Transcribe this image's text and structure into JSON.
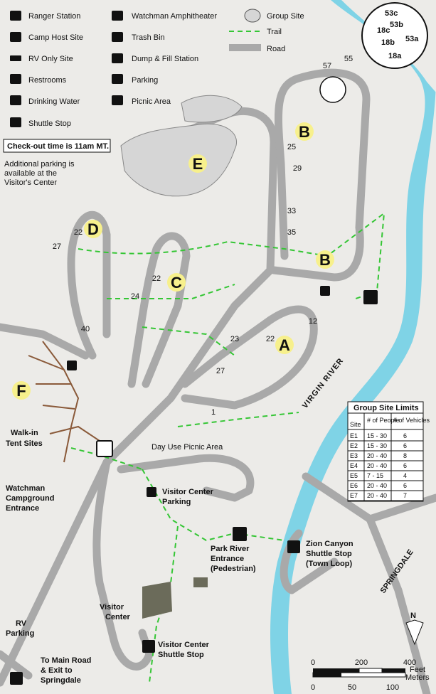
{
  "legend": {
    "items": [
      {
        "icon": "ranger-station-icon",
        "label": "Ranger Station"
      },
      {
        "icon": "camp-host-icon",
        "label": "Camp Host Site"
      },
      {
        "icon": "rv-icon",
        "label": "RV Only Site"
      },
      {
        "icon": "restrooms-icon",
        "label": "Restrooms"
      },
      {
        "icon": "drinking-water-icon",
        "label": "Drinking Water"
      },
      {
        "icon": "shuttle-stop-icon",
        "label": "Shuttle Stop"
      },
      {
        "icon": "amphitheater-icon",
        "label": "Watchman Amphitheater"
      },
      {
        "icon": "trash-bin-icon",
        "label": "Trash Bin"
      },
      {
        "icon": "dump-station-icon",
        "label": "Dump & Fill Station"
      },
      {
        "icon": "parking-icon",
        "label": "Parking"
      },
      {
        "icon": "picnic-area-icon",
        "label": "Picnic Area"
      },
      {
        "icon": "group-site-icon",
        "label": "Group Site"
      },
      {
        "icon": "trail-icon",
        "label": "Trail"
      },
      {
        "icon": "road-icon",
        "label": "Road"
      }
    ]
  },
  "notes": {
    "checkout": "Check-out time is 11am MT.",
    "parking_line1": "Additional parking is",
    "parking_line2": "available at the",
    "parking_line3": "Visitor's Center"
  },
  "loops": {
    "a": "A",
    "b": "B",
    "c": "C",
    "d": "D",
    "e": "E",
    "f": "F"
  },
  "places": {
    "walkin1": "Walk-in",
    "walkin2": "Tent Sites",
    "entrance1": "Watchman",
    "entrance2": "Campground",
    "entrance3": "Entrance",
    "picnic": "Day Use Picnic Area",
    "vc_parking1": "Visitor Center",
    "vc_parking2": "Parking",
    "park_river1": "Park River",
    "park_river2": "Entrance",
    "park_river3": "(Pedestrian)",
    "zion1": "Zion Canyon",
    "zion2": "Shuttle Stop",
    "zion3": "(Town Loop)",
    "springdale": "SPRINGDALE",
    "visitor_center1": "Visitor",
    "visitor_center2": "Center",
    "vc_shuttle1": "Visitor Center",
    "vc_shuttle2": "Shuttle Stop",
    "rv1": "RV",
    "rv2": "Parking",
    "to_main1": "To Main Road",
    "to_main2": "& Exit to",
    "to_main3": "Springdale",
    "river": "VIRGIN RIVER"
  },
  "inset_sites": [
    "53c",
    "53b",
    "18c",
    "18b",
    "53a",
    "18a"
  ],
  "group_table": {
    "title": "Group Site Limits",
    "headers": [
      "Site",
      "# of People",
      "# of Vehicles"
    ],
    "rows": [
      [
        "E1",
        "15 - 30",
        "6"
      ],
      [
        "E2",
        "15 - 30",
        "6"
      ],
      [
        "E3",
        "20 - 40",
        "8"
      ],
      [
        "E4",
        "20 - 40",
        "6"
      ],
      [
        "E5",
        "7 - 15",
        "4"
      ],
      [
        "E6",
        "20 - 40",
        "6"
      ],
      [
        "E7",
        "20 - 40",
        "7"
      ]
    ]
  },
  "scale": {
    "feet_label": "Feet",
    "meters_label": "Meters",
    "feet_ticks": [
      "0",
      "200",
      "400"
    ],
    "meter_ticks": [
      "0",
      "50",
      "100"
    ]
  },
  "north": "N",
  "colors": {
    "road": "#a9a9a9",
    "trail": "#35c635",
    "river": "#7fd3e6",
    "water_channel": "#5ec4dd",
    "site_highlight": "#f7f08c",
    "background": "#ecebe8",
    "group_site_fill": "#d6d6d6",
    "walkin_trail": "#8a5a3a"
  }
}
